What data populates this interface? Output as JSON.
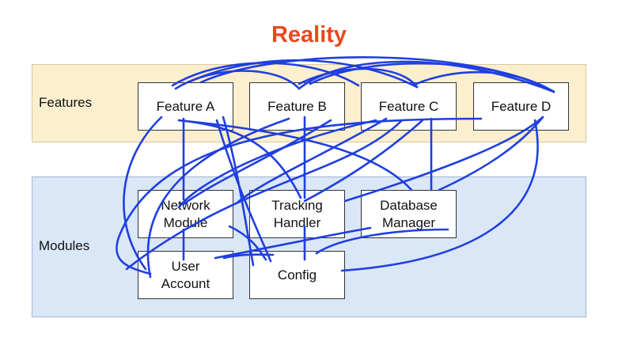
{
  "title": "Reality",
  "layers": {
    "features": "Features",
    "modules": "Modules"
  },
  "features": {
    "feature_a": "Feature A",
    "feature_b": "Feature B",
    "feature_c": "Feature C",
    "feature_d": "Feature D"
  },
  "modules": {
    "network_module": "Network\nModule",
    "tracking_handler": "Tracking\nHandler",
    "database_manager": "Database\nManager",
    "user_account": "User\nAccount",
    "config": "Config"
  },
  "colors": {
    "title": "#e8481e",
    "connections": "#1f3fe0",
    "features_band": "#fcefcf",
    "modules_band": "#dae7f7"
  }
}
